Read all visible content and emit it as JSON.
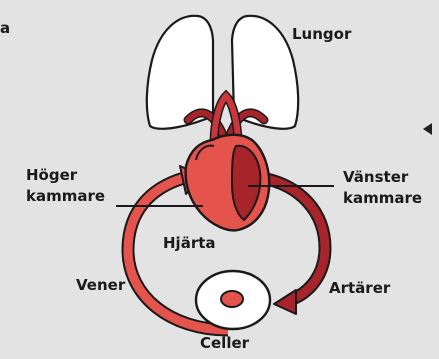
{
  "edge_text": "a",
  "labels": {
    "lungs": "Lungor",
    "right_ventricle_line1": "Höger",
    "right_ventricle_line2": "kammare",
    "left_ventricle_line1": "Vänster",
    "left_ventricle_line2": "kammare",
    "heart": "Hjärta",
    "veins": "Vener",
    "arteries": "Artärer",
    "cells": "Celler"
  },
  "colors": {
    "background": "#e3e3e3",
    "vein_red": "#e5534d",
    "artery_red": "#a8242b",
    "dark_red": "#8e1c22",
    "outline": "#1a1a1a"
  },
  "icons": {
    "nav": "triangle-left-icon"
  }
}
